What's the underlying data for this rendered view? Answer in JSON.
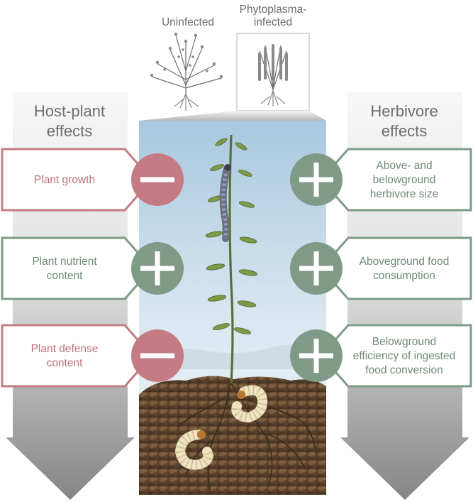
{
  "top": {
    "uninfected_label": "Uninfected",
    "infected_label_line1": "Phytoplasma-",
    "infected_label_line2": "infected"
  },
  "left_column": {
    "header_line1": "Host-plant",
    "header_line2": "effects",
    "items": [
      {
        "lines": [
          "Plant growth"
        ],
        "sign": "minus"
      },
      {
        "lines": [
          "Plant nutrient",
          "content"
        ],
        "sign": "plus"
      },
      {
        "lines": [
          "Plant defense",
          "content"
        ],
        "sign": "minus"
      }
    ]
  },
  "right_column": {
    "header_line1": "Herbivore",
    "header_line2": "effects",
    "items": [
      {
        "lines": [
          "Above- and",
          "belowground",
          "herbivore size"
        ],
        "sign": "plus"
      },
      {
        "lines": [
          "Aboveground food",
          "consumption"
        ],
        "sign": "plus"
      },
      {
        "lines": [
          "Belowground",
          "efficiency of ingested",
          "food conversion"
        ],
        "sign": "plus"
      }
    ]
  },
  "colors": {
    "negative": "#c47b84",
    "positive": "#7f9a87",
    "negative_text": "#c0707a",
    "positive_text": "#6f8a77",
    "arrow_light": "#f2f2f2",
    "arrow_dark": "#8e8e8e"
  }
}
